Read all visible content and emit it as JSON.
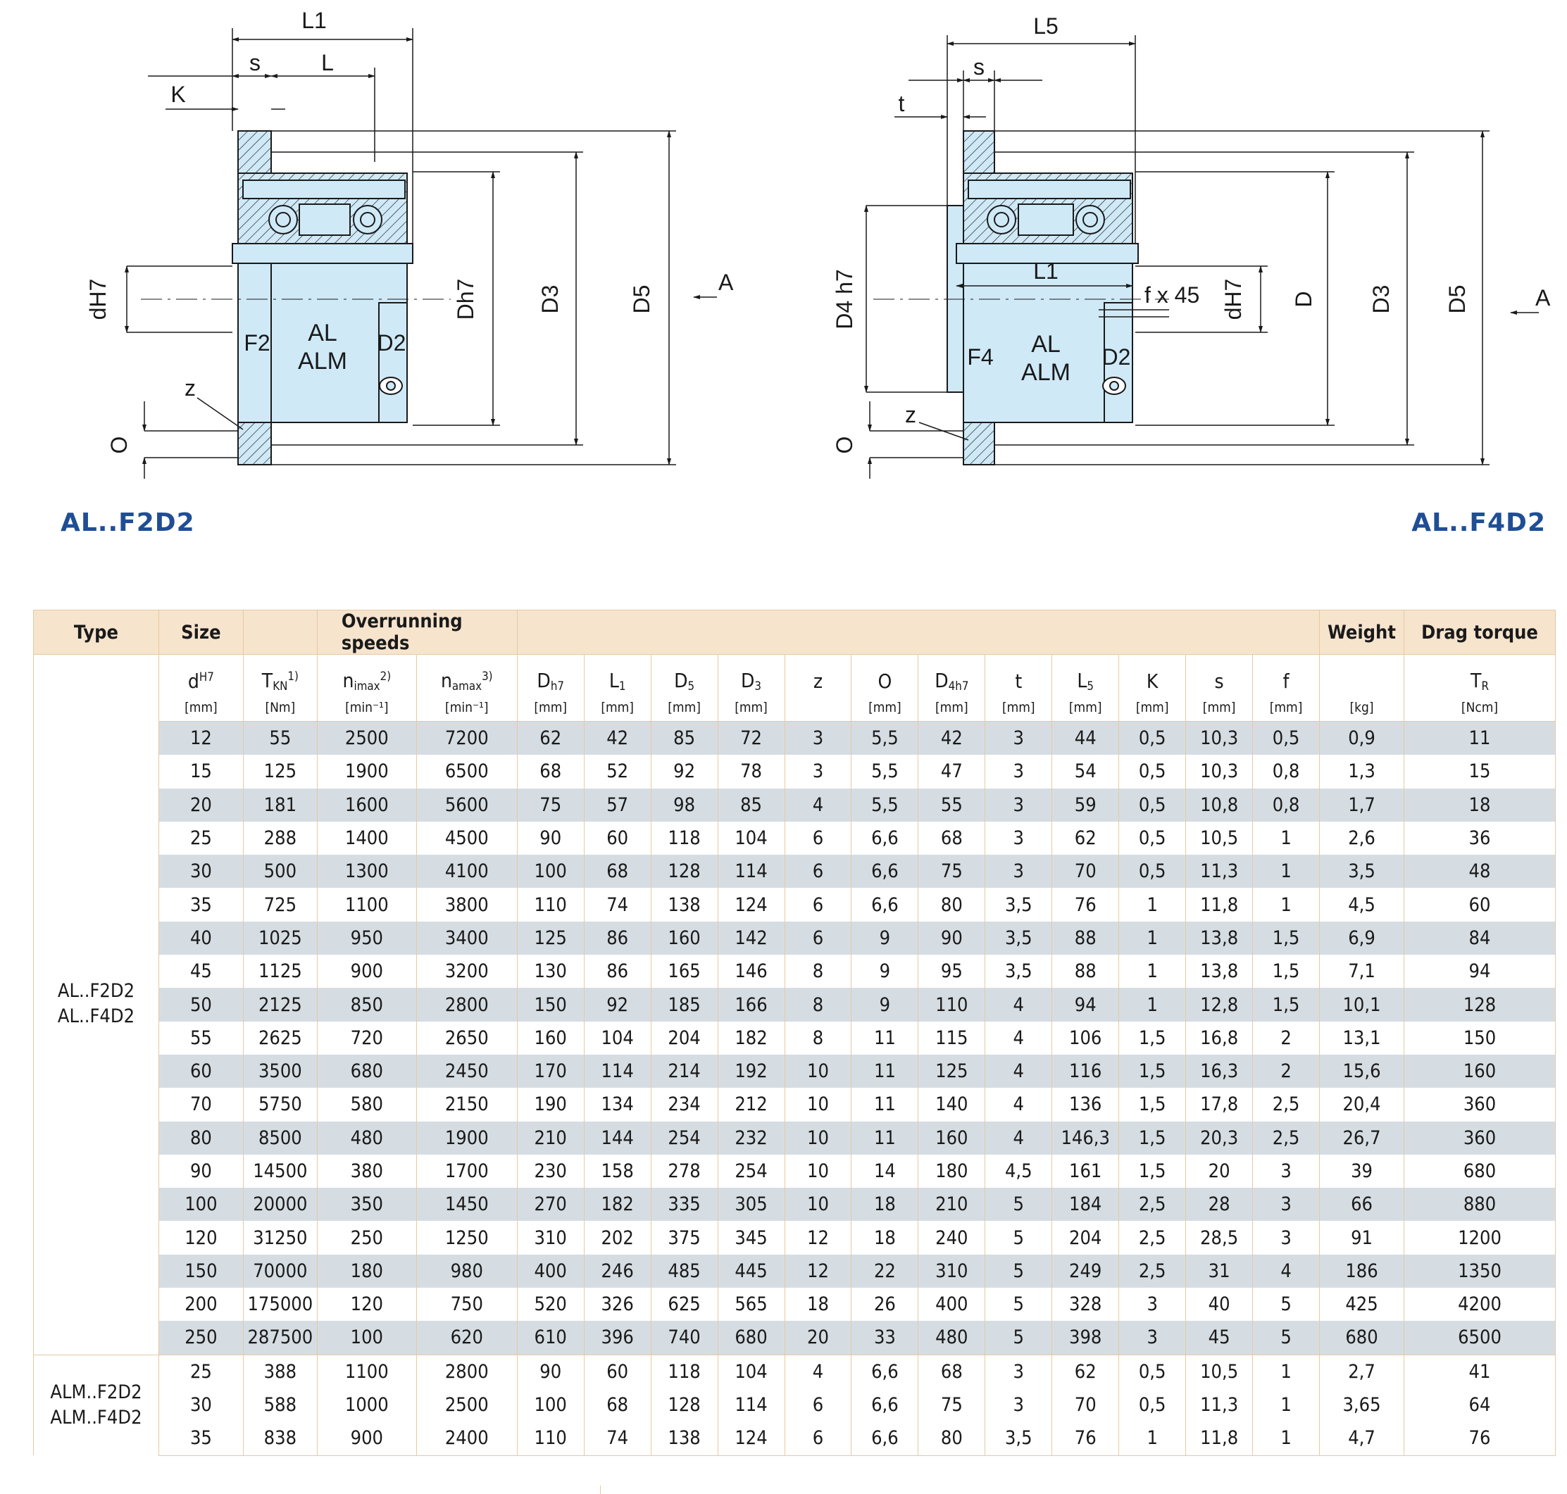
{
  "drawing_left": {
    "dims": {
      "L1": "L1",
      "s": "s",
      "L": "L",
      "K": "K",
      "dH7": "dH7",
      "Dh7": "Dh7",
      "D3": "D3",
      "D5": "D5",
      "A": "A",
      "z": "z",
      "O": "O"
    },
    "labels": {
      "F2": "F2",
      "AL": "AL",
      "ALM": "ALM",
      "D2": "D2"
    },
    "caption": "AL..F2D2"
  },
  "drawing_right": {
    "dims": {
      "L5": "L5",
      "s": "s",
      "t": "t",
      "L1": "L1",
      "fx45": "f x 45",
      "D4h7": "D4 h7",
      "dH7": "dH7",
      "D": "D",
      "D3": "D3",
      "D5": "D5",
      "A": "A",
      "z": "z",
      "O": "O"
    },
    "labels": {
      "F4": "F4",
      "AL": "AL",
      "ALM": "ALM",
      "D2": "D2"
    },
    "caption": "AL..F4D2"
  },
  "colors": {
    "body_fill": "#cfe9f7",
    "outline": "#1a1a1a",
    "caption": "#1f4e96",
    "header_bg": "#f6e4cd",
    "row_stripe": "#d5dde3",
    "border": "#e7c9a3"
  },
  "table": {
    "headers": {
      "type": "Type",
      "size": "Size",
      "overrunning": "Overrunning speeds",
      "weight": "Weight",
      "drag": "Drag torque"
    },
    "symbols": [
      "d",
      "T",
      "n",
      "n",
      "D",
      "L",
      "D",
      "D",
      "z",
      "O",
      "D",
      "t",
      "L",
      "K",
      "s",
      "f",
      "",
      "T"
    ],
    "symbol_subs": [
      "",
      "KN",
      "imax",
      "amax",
      "h7",
      "1",
      "5",
      "3",
      "",
      "",
      "4h7",
      "",
      "5",
      "",
      "",
      "",
      "",
      "R"
    ],
    "symbol_sups": [
      "H7",
      "1)",
      "2)",
      "3)",
      "",
      "",
      "",
      "",
      "",
      "",
      "",
      "",
      "",
      "",
      "",
      "",
      "",
      ""
    ],
    "units": [
      "[mm]",
      "[Nm]",
      "[min⁻¹]",
      "[min⁻¹]",
      "[mm]",
      "[mm]",
      "[mm]",
      "[mm]",
      "",
      "[mm]",
      "[mm]",
      "[mm]",
      "[mm]",
      "[mm]",
      "[mm]",
      "[mm]",
      "[kg]",
      "[Ncm]"
    ],
    "groups": [
      {
        "type_line1": "AL..F2D2",
        "type_line2": "AL..F4D2",
        "rows": [
          [
            "12",
            "55",
            "2500",
            "7200",
            "62",
            "42",
            "85",
            "72",
            "3",
            "5,5",
            "42",
            "3",
            "44",
            "0,5",
            "10,3",
            "0,5",
            "0,9",
            "11"
          ],
          [
            "15",
            "125",
            "1900",
            "6500",
            "68",
            "52",
            "92",
            "78",
            "3",
            "5,5",
            "47",
            "3",
            "54",
            "0,5",
            "10,3",
            "0,8",
            "1,3",
            "15"
          ],
          [
            "20",
            "181",
            "1600",
            "5600",
            "75",
            "57",
            "98",
            "85",
            "4",
            "5,5",
            "55",
            "3",
            "59",
            "0,5",
            "10,8",
            "0,8",
            "1,7",
            "18"
          ],
          [
            "25",
            "288",
            "1400",
            "4500",
            "90",
            "60",
            "118",
            "104",
            "6",
            "6,6",
            "68",
            "3",
            "62",
            "0,5",
            "10,5",
            "1",
            "2,6",
            "36"
          ],
          [
            "30",
            "500",
            "1300",
            "4100",
            "100",
            "68",
            "128",
            "114",
            "6",
            "6,6",
            "75",
            "3",
            "70",
            "0,5",
            "11,3",
            "1",
            "3,5",
            "48"
          ],
          [
            "35",
            "725",
            "1100",
            "3800",
            "110",
            "74",
            "138",
            "124",
            "6",
            "6,6",
            "80",
            "3,5",
            "76",
            "1",
            "11,8",
            "1",
            "4,5",
            "60"
          ],
          [
            "40",
            "1025",
            "950",
            "3400",
            "125",
            "86",
            "160",
            "142",
            "6",
            "9",
            "90",
            "3,5",
            "88",
            "1",
            "13,8",
            "1,5",
            "6,9",
            "84"
          ],
          [
            "45",
            "1125",
            "900",
            "3200",
            "130",
            "86",
            "165",
            "146",
            "8",
            "9",
            "95",
            "3,5",
            "88",
            "1",
            "13,8",
            "1,5",
            "7,1",
            "94"
          ],
          [
            "50",
            "2125",
            "850",
            "2800",
            "150",
            "92",
            "185",
            "166",
            "8",
            "9",
            "110",
            "4",
            "94",
            "1",
            "12,8",
            "1,5",
            "10,1",
            "128"
          ],
          [
            "55",
            "2625",
            "720",
            "2650",
            "160",
            "104",
            "204",
            "182",
            "8",
            "11",
            "115",
            "4",
            "106",
            "1,5",
            "16,8",
            "2",
            "13,1",
            "150"
          ],
          [
            "60",
            "3500",
            "680",
            "2450",
            "170",
            "114",
            "214",
            "192",
            "10",
            "11",
            "125",
            "4",
            "116",
            "1,5",
            "16,3",
            "2",
            "15,6",
            "160"
          ],
          [
            "70",
            "5750",
            "580",
            "2150",
            "190",
            "134",
            "234",
            "212",
            "10",
            "11",
            "140",
            "4",
            "136",
            "1,5",
            "17,8",
            "2,5",
            "20,4",
            "360"
          ],
          [
            "80",
            "8500",
            "480",
            "1900",
            "210",
            "144",
            "254",
            "232",
            "10",
            "11",
            "160",
            "4",
            "146,3",
            "1,5",
            "20,3",
            "2,5",
            "26,7",
            "360"
          ],
          [
            "90",
            "14500",
            "380",
            "1700",
            "230",
            "158",
            "278",
            "254",
            "10",
            "14",
            "180",
            "4,5",
            "161",
            "1,5",
            "20",
            "3",
            "39",
            "680"
          ],
          [
            "100",
            "20000",
            "350",
            "1450",
            "270",
            "182",
            "335",
            "305",
            "10",
            "18",
            "210",
            "5",
            "184",
            "2,5",
            "28",
            "3",
            "66",
            "880"
          ],
          [
            "120",
            "31250",
            "250",
            "1250",
            "310",
            "202",
            "375",
            "345",
            "12",
            "18",
            "240",
            "5",
            "204",
            "2,5",
            "28,5",
            "3",
            "91",
            "1200"
          ],
          [
            "150",
            "70000",
            "180",
            "980",
            "400",
            "246",
            "485",
            "445",
            "12",
            "22",
            "310",
            "5",
            "249",
            "2,5",
            "31",
            "4",
            "186",
            "1350"
          ],
          [
            "200",
            "175000",
            "120",
            "750",
            "520",
            "326",
            "625",
            "565",
            "18",
            "26",
            "400",
            "5",
            "328",
            "3",
            "40",
            "5",
            "425",
            "4200"
          ],
          [
            "250",
            "287500",
            "100",
            "620",
            "610",
            "396",
            "740",
            "680",
            "20",
            "33",
            "480",
            "5",
            "398",
            "3",
            "45",
            "5",
            "680",
            "6500"
          ]
        ]
      },
      {
        "type_line1": "ALM..F2D2",
        "type_line2": "ALM..F4D2",
        "rows": [
          [
            "25",
            "388",
            "1100",
            "2800",
            "90",
            "60",
            "118",
            "104",
            "4",
            "6,6",
            "68",
            "3",
            "62",
            "0,5",
            "10,5",
            "1",
            "2,7",
            "41"
          ],
          [
            "30",
            "588",
            "1000",
            "2500",
            "100",
            "68",
            "128",
            "114",
            "6",
            "6,6",
            "75",
            "3",
            "70",
            "0,5",
            "11,3",
            "1",
            "3,65",
            "64"
          ],
          [
            "35",
            "838",
            "900",
            "2400",
            "110",
            "74",
            "138",
            "124",
            "6",
            "6,6",
            "80",
            "3,5",
            "76",
            "1",
            "11,8",
            "1",
            "4,7",
            "76"
          ]
        ]
      }
    ]
  }
}
